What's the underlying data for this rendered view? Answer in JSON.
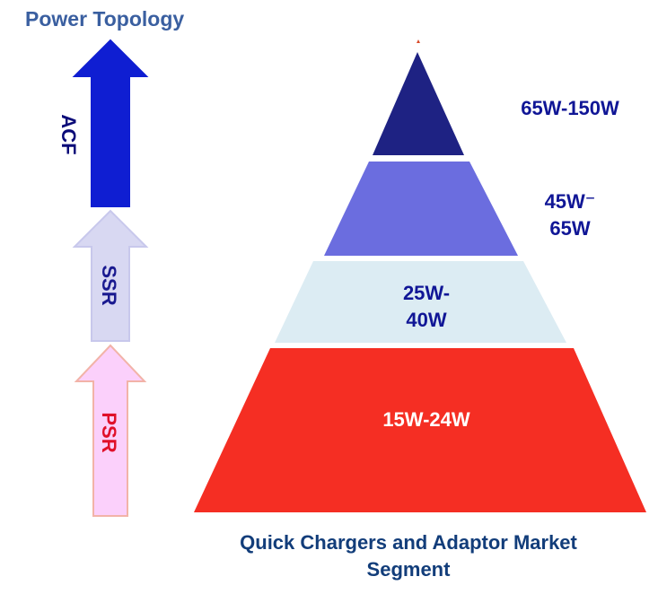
{
  "title": "Power Topology",
  "topologies": [
    {
      "label": "ACF",
      "fill": "#0f1ed2",
      "stroke": "#0f1ed2",
      "text_color": "#0a0a78"
    },
    {
      "label": "SSR",
      "fill": "#d8d8f2",
      "stroke": "#c8c8ec",
      "text_color": "#1a1a90"
    },
    {
      "label": "PSR",
      "fill": "#fbd0fb",
      "stroke": "#f2b3a8",
      "text_color": "#e0102a"
    }
  ],
  "tiers": [
    {
      "label_line1": "65W-150W",
      "label_line2": "",
      "fill": "#1e2283",
      "text_color": "#101696"
    },
    {
      "label_line1": "45W⁻",
      "label_line2": "65W",
      "fill": "#6b6ddf",
      "text_color": "#101696"
    },
    {
      "label_line1": "25W-",
      "label_line2": "40W",
      "fill": "#dcecf3",
      "text_color": "#101696"
    },
    {
      "label_line1": "15W-24W",
      "label_line2": "",
      "fill": "#f52e23",
      "text_color": "#ffffff"
    }
  ],
  "footer": {
    "line1": "Quick Chargers and Adaptor Market",
    "line2": "Segment"
  }
}
